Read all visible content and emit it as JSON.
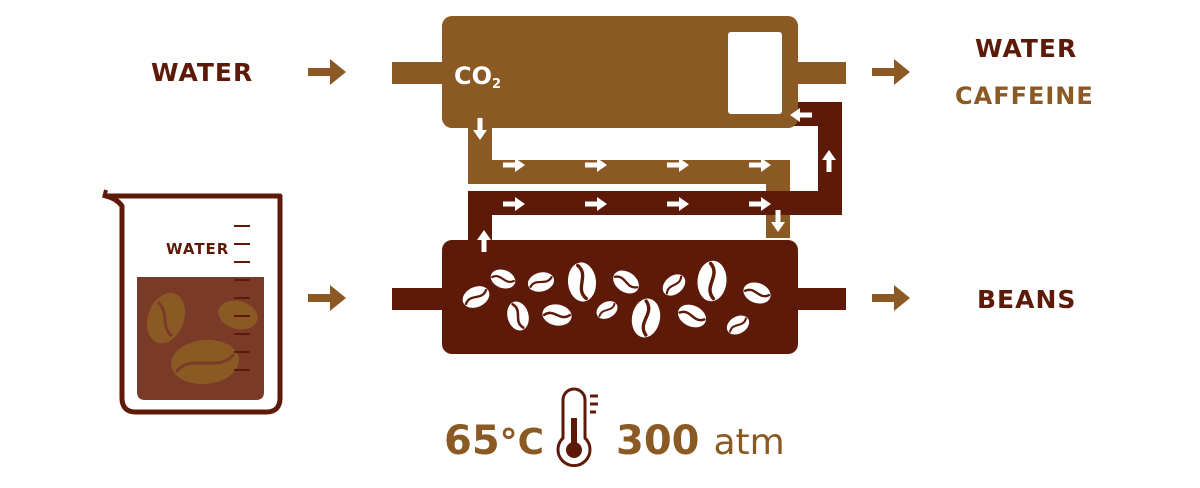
{
  "labels": {
    "water_in": "WATER",
    "water_out": "WATER",
    "caffeine_out": "CAFFEINE",
    "beans_out": "BEANS",
    "beaker": "WATER",
    "co2_main": "CO",
    "co2_sub": "2"
  },
  "conditions": {
    "temperature_value": "65",
    "temperature_unit": "°C",
    "pressure_value": "300",
    "pressure_unit": "atm"
  },
  "colors": {
    "light_brown": "#8b5a24",
    "dark_brown": "#5e1a08",
    "beaker_liquid": "#7a3a28",
    "bean_fill": "#ffffff"
  },
  "icons": [
    "right-arrow-icon",
    "thermometer-icon",
    "coffee-bean-icon",
    "beaker-icon"
  ]
}
